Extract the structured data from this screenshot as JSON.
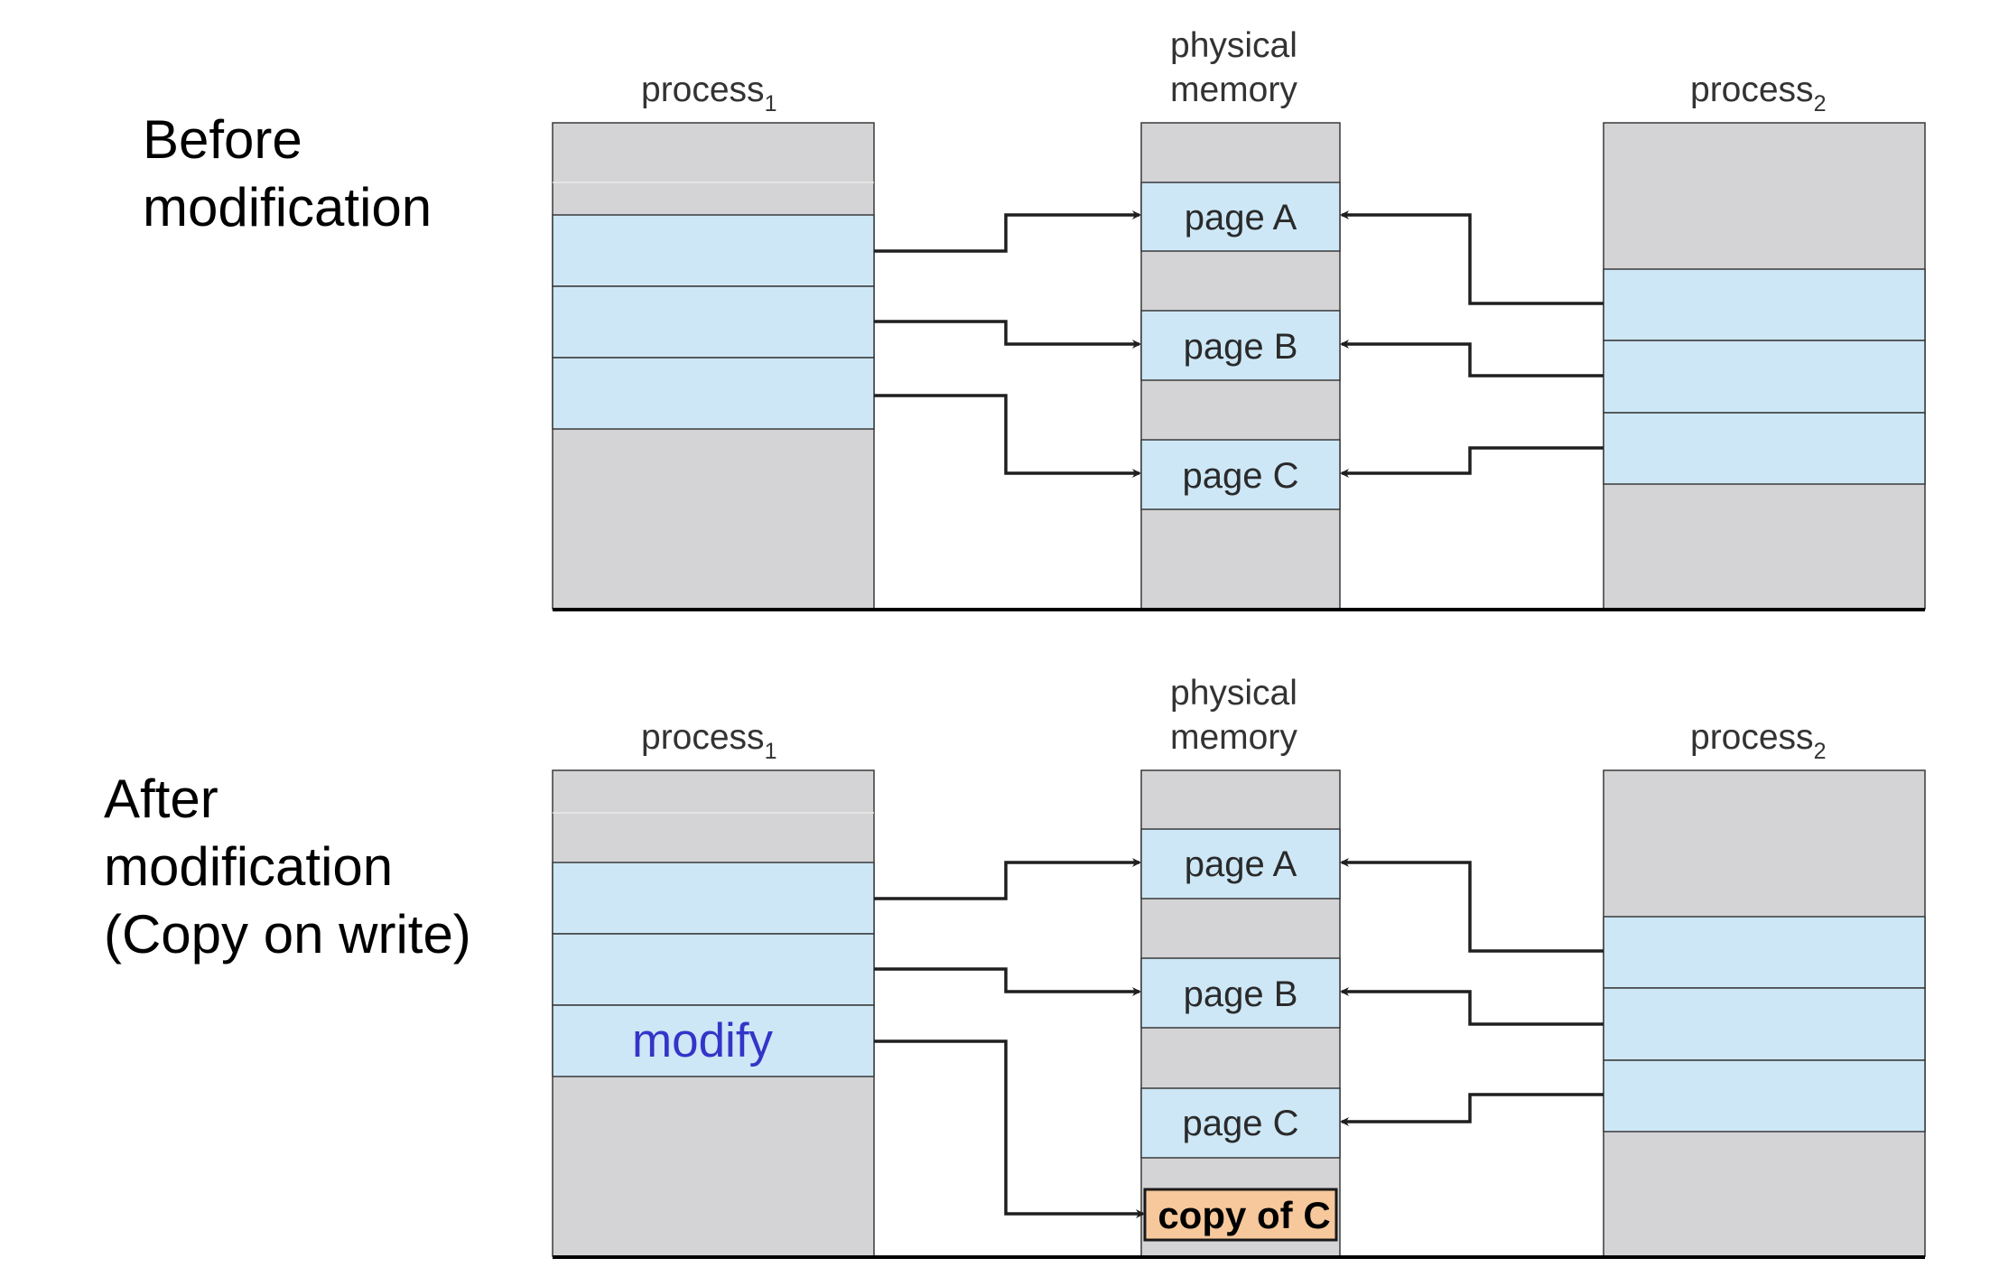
{
  "colors": {
    "gray": "#d4d4d6",
    "blue": "#cde7f6",
    "copy_fill": "#f6c89b",
    "modify_text": "#3434c8",
    "border": "#3a3a3a",
    "arrow": "#1f1f1f"
  },
  "panels": [
    {
      "id": "before",
      "title_lines": [
        "Before",
        "modification"
      ],
      "process1_label": "process",
      "process1_sub": "1",
      "memory_label_lines": [
        "physical",
        "memory"
      ],
      "process2_label": "process",
      "process2_sub": "2",
      "pages": [
        {
          "label": "page A"
        },
        {
          "label": "page B"
        },
        {
          "label": "page C"
        }
      ]
    },
    {
      "id": "after",
      "title_lines": [
        "After",
        "modification",
        "(Copy on write)"
      ],
      "process1_label": "process",
      "process1_sub": "1",
      "memory_label_lines": [
        "physical",
        "memory"
      ],
      "process2_label": "process",
      "process2_sub": "2",
      "pages": [
        {
          "label": "page A"
        },
        {
          "label": "page B"
        },
        {
          "label": "page C"
        }
      ],
      "modify_label": "modify",
      "copy_label": "copy of C"
    }
  ]
}
